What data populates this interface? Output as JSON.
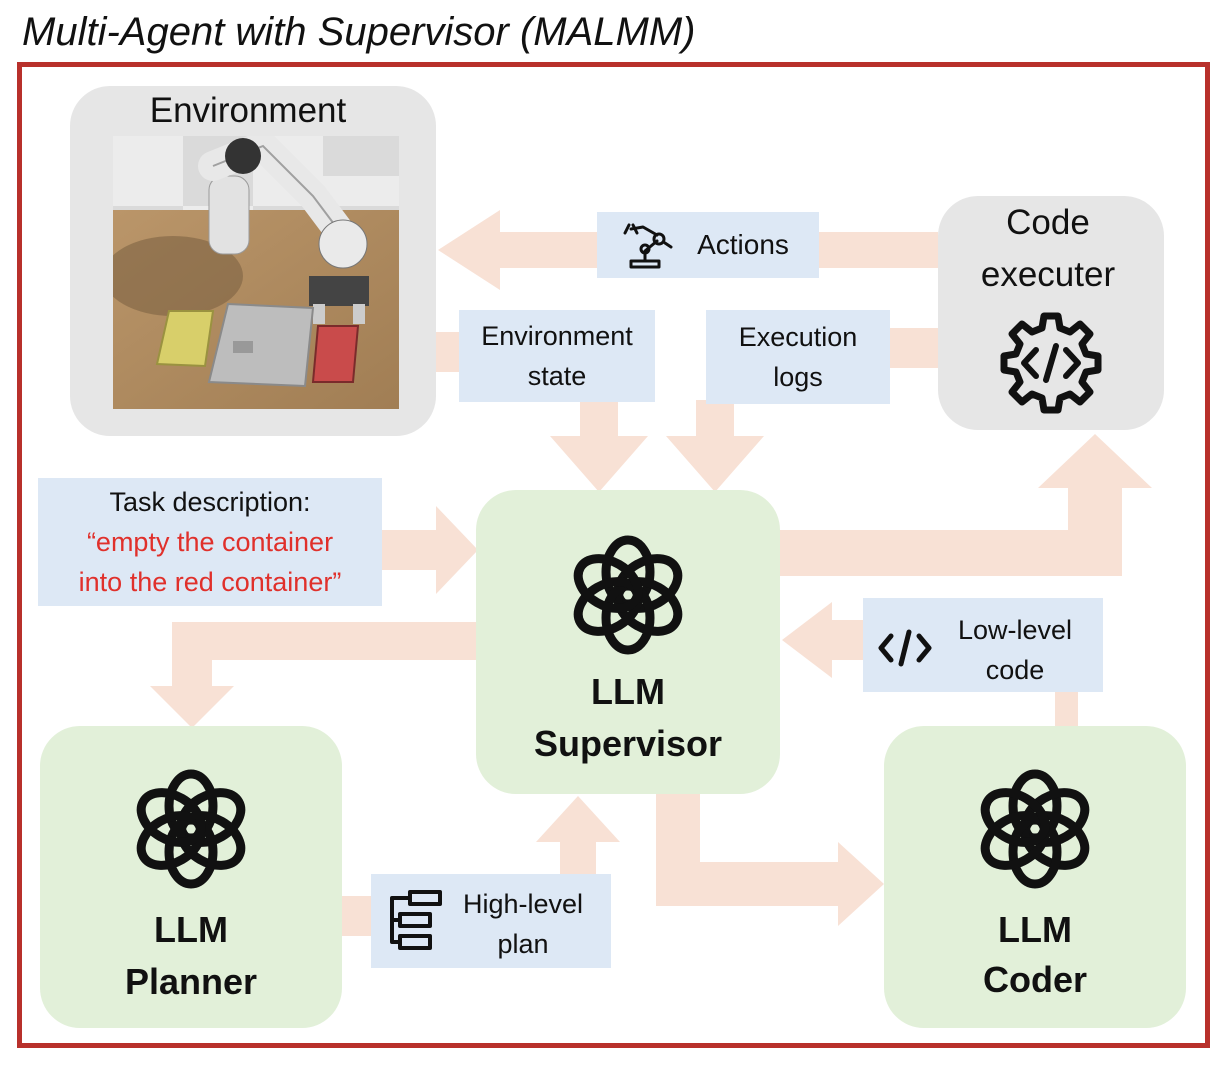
{
  "title": "Multi-Agent with Supervisor (MALMM)",
  "colors": {
    "frame": "#b8302b",
    "arrow": "#f8e1d5",
    "agent_box": "#e2f0d9",
    "env_box": "#e6e6e6",
    "label_box": "#dde8f5",
    "quote": "#e0302b"
  },
  "environment": {
    "title": "Environment"
  },
  "code_executer": {
    "line1": "Code",
    "line2": "executer",
    "icon": "code-gear-icon"
  },
  "supervisor": {
    "line1": "LLM",
    "line2": "Supervisor",
    "icon": "openai-knot-icon"
  },
  "planner": {
    "line1": "LLM",
    "line2": "Planner",
    "icon": "openai-knot-icon"
  },
  "coder": {
    "line1": "LLM",
    "line2": "Coder",
    "icon": "openai-knot-icon"
  },
  "labels": {
    "actions": {
      "text": "Actions",
      "icon": "robot-arm-icon"
    },
    "env_state": {
      "line1": "Environment",
      "line2": "state"
    },
    "exec_logs": {
      "line1": "Execution",
      "line2": "logs"
    },
    "task": {
      "line1": "Task description:",
      "quote1": "“empty the container",
      "quote2": "into the red container”"
    },
    "low_level": {
      "line1": "Low-level",
      "line2": "code",
      "icon": "code-brackets-icon"
    },
    "high_level": {
      "line1": "High-level",
      "line2": "plan",
      "icon": "flowchart-icon"
    }
  }
}
